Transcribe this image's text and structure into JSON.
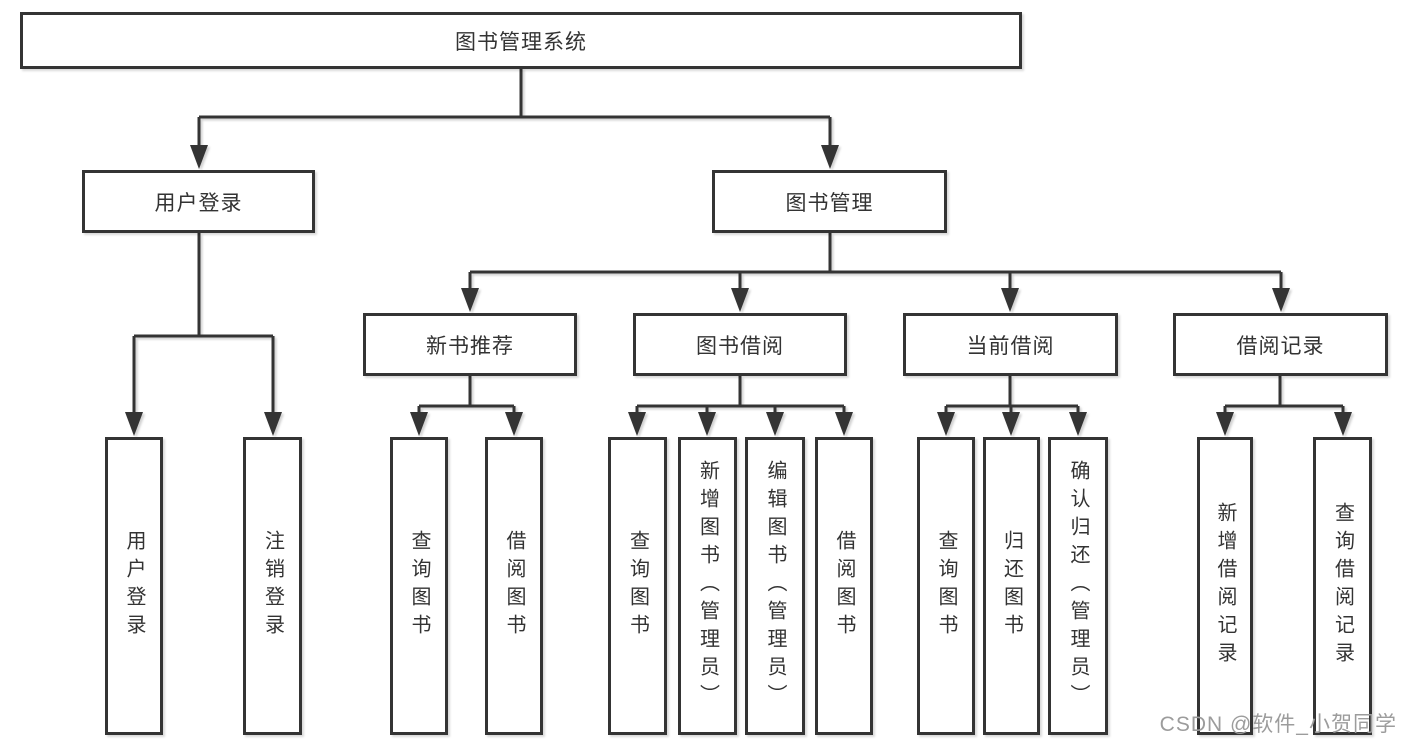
{
  "colors": {
    "line": "#343434",
    "text": "#333333",
    "box_fill": "#ffffff",
    "watermark": "#9c9c9c"
  },
  "watermark": "CSDN @软件_小贺同学",
  "tree": {
    "label": "图书管理系统",
    "children": [
      {
        "label": "用户登录",
        "children": [
          {
            "label": "用户登录"
          },
          {
            "label": "注销登录"
          }
        ]
      },
      {
        "label": "图书管理",
        "children": [
          {
            "label": "新书推荐",
            "children": [
              {
                "label": "查询图书"
              },
              {
                "label": "借阅图书"
              }
            ]
          },
          {
            "label": "图书借阅",
            "children": [
              {
                "label": "查询图书"
              },
              {
                "label": "新增图书（管理员）"
              },
              {
                "label": "编辑图书（管理员）"
              },
              {
                "label": "借阅图书"
              }
            ]
          },
          {
            "label": "当前借阅",
            "children": [
              {
                "label": "查询图书"
              },
              {
                "label": "归还图书"
              },
              {
                "label": "确认归还（管理员）"
              }
            ]
          },
          {
            "label": "借阅记录",
            "children": [
              {
                "label": "新增借阅记录"
              },
              {
                "label": "查询借阅记录"
              }
            ]
          }
        ]
      }
    ]
  }
}
